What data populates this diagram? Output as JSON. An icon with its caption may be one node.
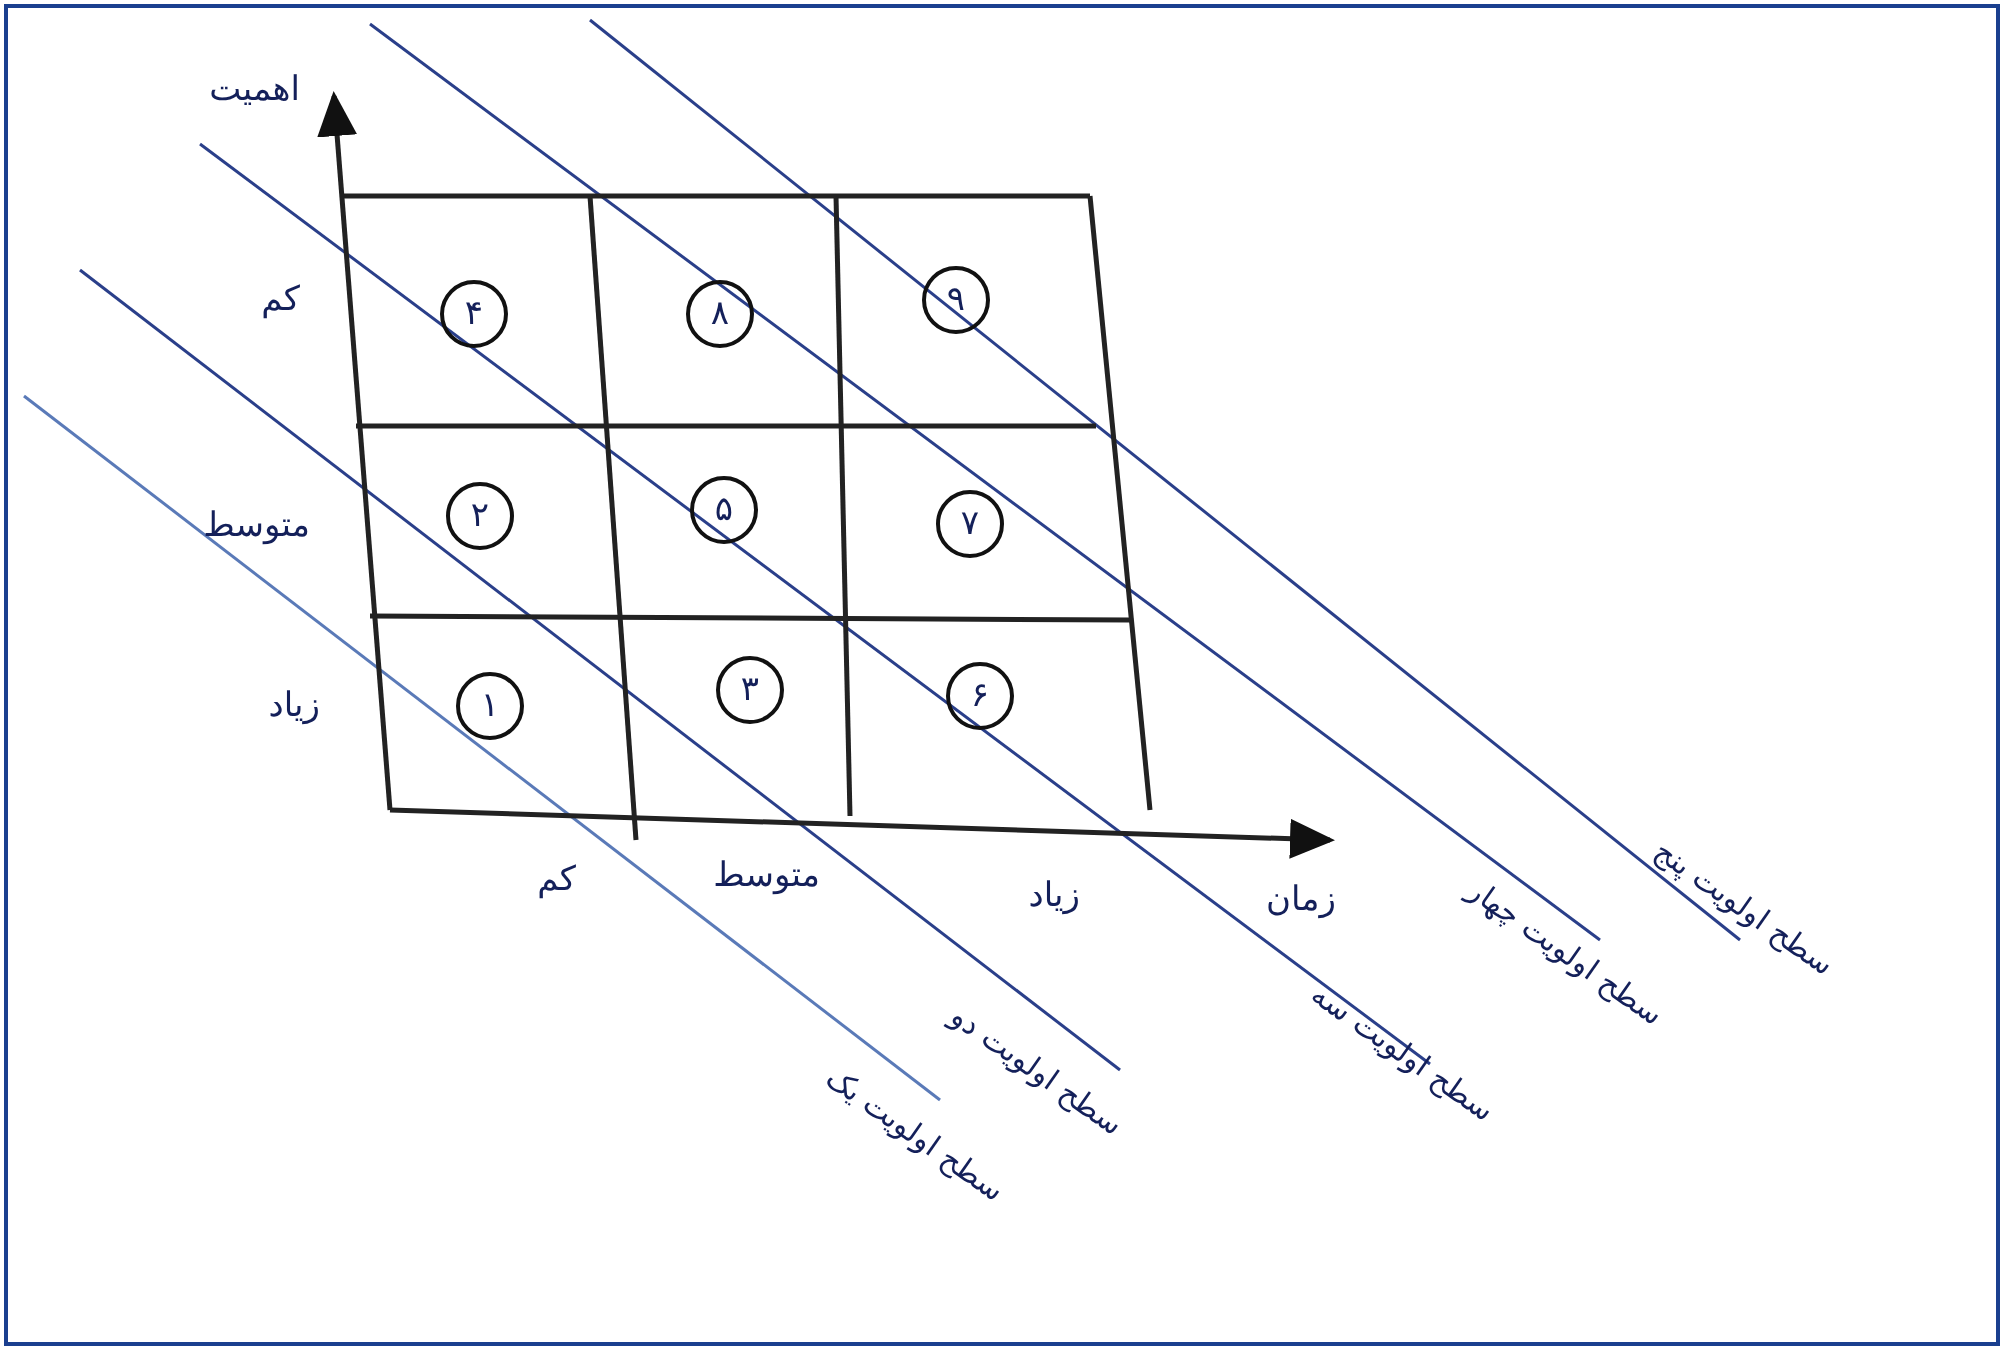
{
  "diagram": {
    "nodes": [
      {
        "text": [
          "۴"
        ]
      },
      {
        "text": [
          "۸"
        ]
      },
      {
        "text": [
          "۹"
        ]
      },
      {
        "text": [
          "۲"
        ]
      },
      {
        "text": [
          "۵"
        ]
      },
      {
        "text": [
          "۷"
        ]
      },
      {
        "text": [
          "۱"
        ]
      },
      {
        "text": [
          "۳"
        ]
      },
      {
        "text": [
          "۶"
        ]
      }
    ],
    "edges": [],
    "labels": [
      "اهمیت",
      "کم",
      "متوسط",
      "زیاد",
      "کم",
      "متوسط",
      "زیاد",
      "زمان",
      "سطح اولویت یک",
      "سطح اولویت دو",
      "سطح اولویت سه",
      "سطح اولویت چهار",
      "سطح اولویت پنج"
    ]
  }
}
